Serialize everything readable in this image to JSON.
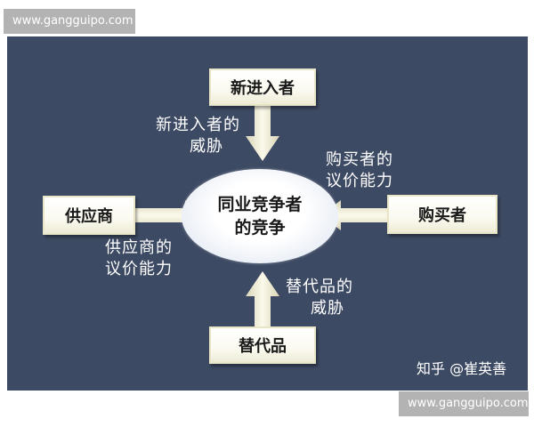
{
  "watermark": {
    "top": "www.gangguipo.com",
    "bottom": "www.gangguipo.com"
  },
  "center": {
    "line1": "同业竞争者",
    "line2": "的竞争"
  },
  "nodes": {
    "top": "新进入者",
    "left": "供应商",
    "right": "购买者",
    "bottom": "替代品"
  },
  "labels": {
    "top": {
      "line1": "新进入者的",
      "line2": "威胁"
    },
    "right": {
      "line1": "购买者的",
      "line2": "议价能力"
    },
    "left": {
      "line1": "供应商的",
      "line2": "议价能力"
    },
    "bottom": {
      "line1": "替代品的",
      "line2": "威胁"
    }
  },
  "credit": "知乎 @崔英善",
  "colors": {
    "panel": "#3d4a63",
    "box_fill": "#fbfaf0",
    "arrow": "#f4f1dc"
  }
}
